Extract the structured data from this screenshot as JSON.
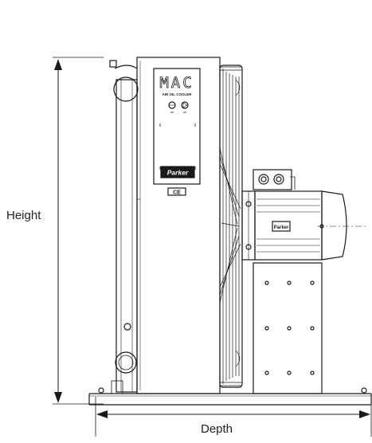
{
  "labels": {
    "height": "Height",
    "depth": "Depth"
  },
  "nameplate": {
    "brand": "MAC",
    "subtitle": "AIR OIL COOLER"
  },
  "logos": {
    "parker": "Parker",
    "ce": "CE",
    "motor_parker": "Parker"
  },
  "colors": {
    "line": "#1a1a1a",
    "background": "#ffffff"
  }
}
